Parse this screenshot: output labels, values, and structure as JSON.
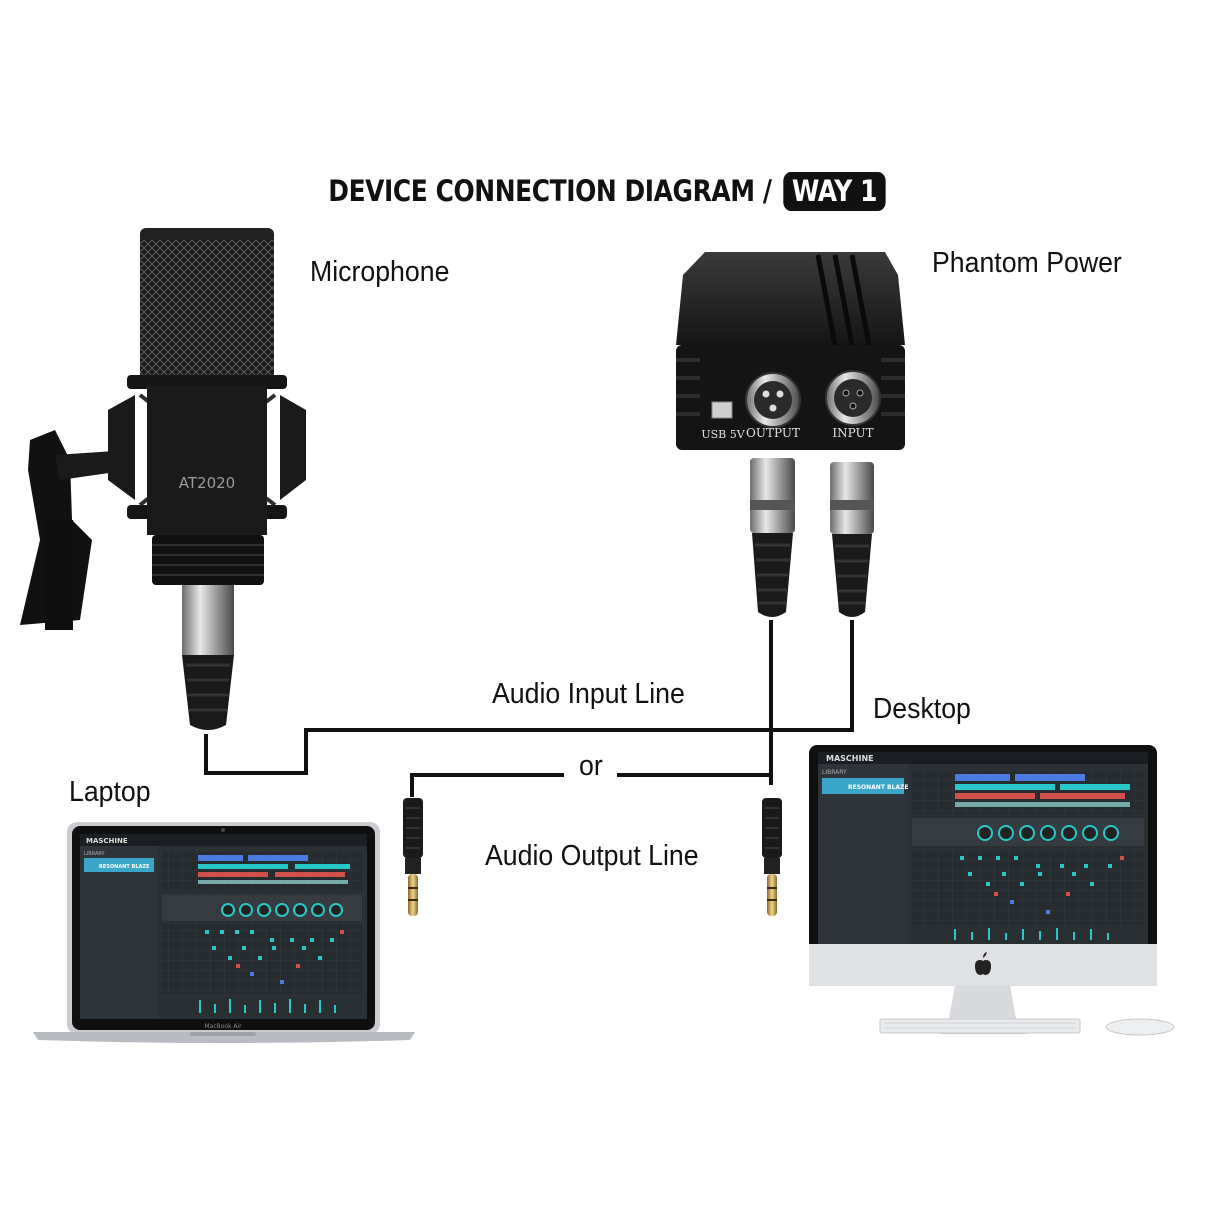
{
  "title": {
    "main": "DEVICE CONNECTION DIAGRAM /",
    "badge": "WAY 1"
  },
  "labels": {
    "microphone": "Microphone",
    "phantom_power": "Phantom Power",
    "audio_input_line": "Audio Input Line",
    "or": "or",
    "audio_output_line": "Audio Output Line",
    "laptop": "Laptop",
    "desktop": "Desktop"
  },
  "devices": {
    "phantom_ports": {
      "usb": "USB 5V",
      "output": "OUTPUT",
      "input": "INPUT"
    },
    "mic_model": "AT2020",
    "mic_brand": "",
    "laptop_brand": "MacBook Air",
    "daw_app": "MASCHINE",
    "daw_library": "LIBRARY",
    "daw_preset": "RESONANT BLAZE"
  },
  "colors": {
    "line": "#111111",
    "device_black": "#1a1a1a",
    "screen_bg": "#2b3035",
    "screen_accent": "#3aa6c9",
    "pad_teal": "#28c8c8",
    "pad_red": "#d2504a",
    "pad_blue": "#4c7be0"
  }
}
